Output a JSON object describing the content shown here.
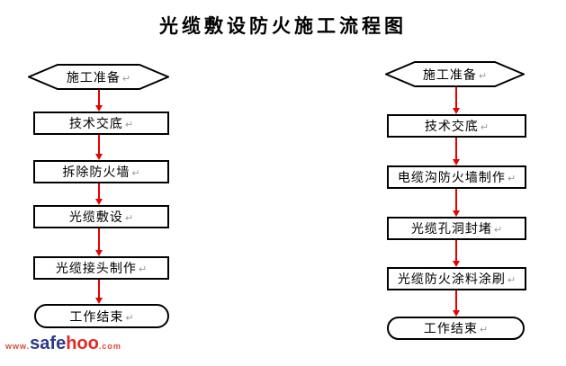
{
  "title": "光缆敷设防火施工流程图",
  "paragraph_mark": "↵",
  "colors": {
    "shape_border": "#000000",
    "arrow": "#e80000",
    "watermark_blue": "#2b3990",
    "watermark_red": "#df2b24"
  },
  "left_flow": {
    "nodes": [
      {
        "label": "施工准备",
        "shape": "hexagon"
      },
      {
        "label": "技术交底",
        "shape": "rect"
      },
      {
        "label": "拆除防火墙",
        "shape": "rect"
      },
      {
        "label": "光缆敷设",
        "shape": "rect"
      },
      {
        "label": "光缆接头制作",
        "shape": "rect"
      },
      {
        "label": "工作结束",
        "shape": "stadium"
      }
    ]
  },
  "right_flow": {
    "nodes": [
      {
        "label": "施工准备",
        "shape": "hexagon"
      },
      {
        "label": "技术交底",
        "shape": "rect"
      },
      {
        "label": "电缆沟防火墙制作",
        "shape": "rect"
      },
      {
        "label": "光缆孔洞封堵",
        "shape": "rect"
      },
      {
        "label": "光缆防火涂料涂刷",
        "shape": "rect"
      },
      {
        "label": "工作结束",
        "shape": "stadium"
      }
    ]
  },
  "watermark": {
    "www": "www.",
    "safe": "safe",
    "hoo": "hoo",
    "com": ".com"
  }
}
